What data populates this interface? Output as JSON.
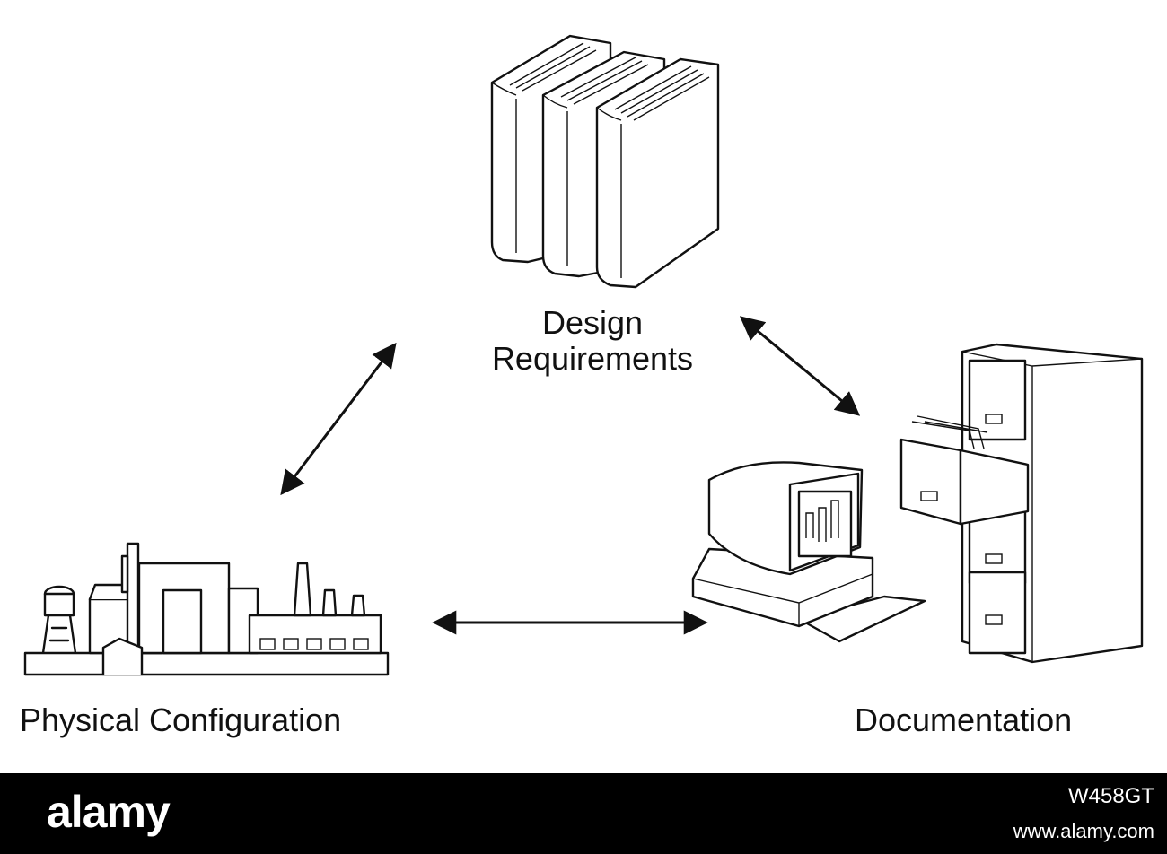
{
  "diagram": {
    "nodes": [
      {
        "id": "design",
        "label_line1": "Design",
        "label_line2": "Requirements",
        "icon": "books-icon"
      },
      {
        "id": "physical",
        "label": "Physical Configuration",
        "icon": "factory-icon"
      },
      {
        "id": "documentation",
        "label": "Documentation",
        "icon": "computer-and-filing-cabinet-icon"
      }
    ],
    "edges": [
      {
        "from": "design",
        "to": "physical",
        "type": "bidirectional"
      },
      {
        "from": "design",
        "to": "documentation",
        "type": "bidirectional"
      },
      {
        "from": "physical",
        "to": "documentation",
        "type": "bidirectional"
      }
    ]
  },
  "watermark": {
    "brand": "alamy",
    "image_id": "W458GT",
    "site": "www.alamy.com"
  },
  "colors": {
    "line": "#111111",
    "background": "#ffffff",
    "footer": "#000000"
  }
}
